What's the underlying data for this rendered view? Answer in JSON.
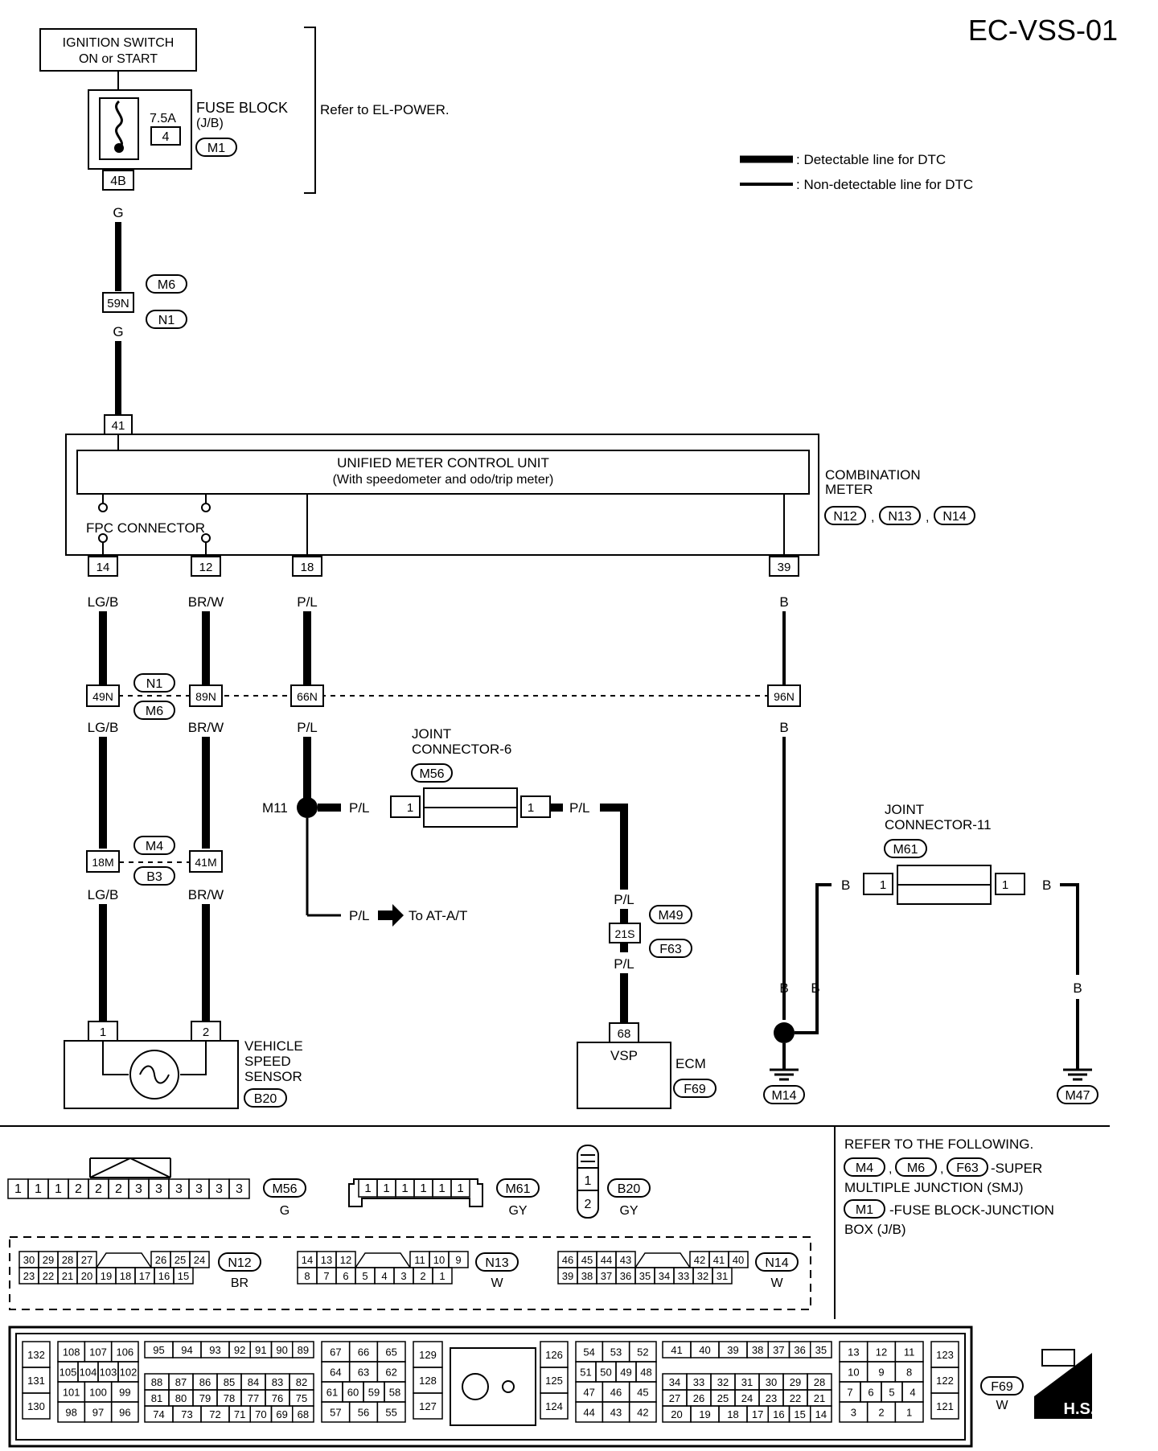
{
  "page_code": "EC-VSS-01",
  "refer_note": "Refer to EL-POWER.",
  "legend": {
    "detectable": ": Detectable line for DTC",
    "non_detectable": ": Non-detectable line for DTC"
  },
  "ignition": {
    "line1": "IGNITION SWITCH",
    "line2": "ON or START"
  },
  "fuse": {
    "rating": "7.5A",
    "number": "4",
    "name1": "FUSE BLOCK",
    "name2": "(J/B)",
    "connector": "M1",
    "terminal": "4B"
  },
  "wire_colors": {
    "g": "G",
    "lgb": "LG/B",
    "brw": "BR/W",
    "pl": "P/L",
    "b": "B"
  },
  "connectors": {
    "m6": "M6",
    "n1": "N1",
    "t59n": "59N",
    "t41": "41",
    "t14": "14",
    "t12": "12",
    "t18": "18",
    "t39": "39",
    "t49n": "49N",
    "t89n": "89N",
    "t66n": "66N",
    "t96n": "96N",
    "m4": "M4",
    "b3": "B3",
    "t18m": "18M",
    "t41m": "41M",
    "m11": "M11",
    "m56": "M56",
    "m61": "M61",
    "j1": "1",
    "m49": "M49",
    "f63": "F63",
    "t21s": "21S",
    "t68": "68",
    "t1": "1",
    "t2": "2",
    "m14": "M14",
    "m47": "M47",
    "b20": "B20",
    "f69": "F69"
  },
  "umcu": {
    "line1": "UNIFIED METER CONTROL UNIT",
    "line2": "(With speedometer and odo/trip meter)",
    "fpc": "FPC CONNECTOR"
  },
  "combo": {
    "line1": "COMBINATION",
    "line2": "METER",
    "c1": "N12",
    "c2": "N13",
    "c3": "N14",
    "sep": ","
  },
  "joint6": {
    "line1": "JOINT",
    "line2": "CONNECTOR-6"
  },
  "joint11": {
    "line1": "JOINT",
    "line2": "CONNECTOR-11"
  },
  "to_at": "To AT-A/T",
  "ecm": {
    "name": "ECM",
    "vsp": "VSP"
  },
  "vss": {
    "line1": "VEHICLE",
    "line2": "SPEED",
    "line3": "SENSOR"
  },
  "bottom": {
    "m56_pins": [
      "1",
      "1",
      "1",
      "2",
      "2",
      "2",
      "3",
      "3",
      "3",
      "3",
      "3",
      "3"
    ],
    "m56_label": "M56",
    "m56_color": "G",
    "m61_pins": [
      "1",
      "1",
      "1",
      "1",
      "1",
      "1"
    ],
    "m61_label": "M61",
    "m61_color": "GY",
    "b20_pins": [
      "1",
      "2"
    ],
    "b20_label": "B20",
    "b20_color": "GY",
    "refer_title": "REFER TO THE FOLLOWING.",
    "refer_smj1": "-SUPER",
    "refer_smj2": "MULTIPLE JUNCTION (SMJ)",
    "refer_fb1": "-FUSE BLOCK-JUNCTION",
    "refer_fb2": "BOX (J/B)",
    "ref_m4": "M4",
    "ref_m6": "M6",
    "ref_f63": "F63",
    "ref_m1": "M1",
    "n12": {
      "label": "N12",
      "color": "BR",
      "top_l": [
        "30",
        "29",
        "28",
        "27"
      ],
      "top_r": [
        "26",
        "25",
        "24"
      ],
      "bot": [
        "23",
        "22",
        "21",
        "20",
        "19",
        "18",
        "17",
        "16",
        "15"
      ]
    },
    "n13": {
      "label": "N13",
      "color": "W",
      "top_l": [
        "14",
        "13",
        "12"
      ],
      "top_r": [
        "11",
        "10",
        "9"
      ],
      "bot": [
        "8",
        "7",
        "6",
        "5",
        "4",
        "3",
        "2",
        "1"
      ]
    },
    "n14": {
      "label": "N14",
      "color": "W",
      "top_l": [
        "46",
        "45",
        "44",
        "43"
      ],
      "top_r": [
        "42",
        "41",
        "40"
      ],
      "bot": [
        "39",
        "38",
        "37",
        "36",
        "35",
        "34",
        "33",
        "32",
        "31"
      ]
    },
    "f69_label": "F69",
    "f69_color": "W",
    "hs": "H.S.",
    "f69_cells": [
      {
        "t": "132",
        "c": 1
      },
      {
        "t": "131",
        "c": 1
      },
      {
        "t": "130",
        "c": 1
      },
      {
        "t": "108 107 106",
        "c": 2
      },
      {
        "t": "105 104 103 102",
        "c": 2
      },
      {
        "t": "101 100 99",
        "c": 2
      },
      {
        "t": "98 97 96",
        "c": 2
      },
      {
        "t": "95 94 93",
        "c": 3
      },
      {
        "t": "92 91 90 89",
        "c": 3
      },
      {
        "t": "88 87 86 85 84 83 82",
        "c": 3
      },
      {
        "t": "81 80 79 78 77 76 75",
        "c": 3
      },
      {
        "t": "74 73 72",
        "c": 3
      },
      {
        "t": "71 70 69 68",
        "c": 3
      },
      {
        "t": "67 66 65",
        "c": 4
      },
      {
        "t": "64 63 62",
        "c": 4
      },
      {
        "t": "61 60 59 58",
        "c": 4
      },
      {
        "t": "57 56 55",
        "c": 4
      },
      {
        "t": "129",
        "c": 5
      },
      {
        "t": "128",
        "c": 5
      },
      {
        "t": "127",
        "c": 5
      },
      {
        "t": "126",
        "c": 6
      },
      {
        "t": "125",
        "c": 6
      },
      {
        "t": "124",
        "c": 6
      },
      {
        "t": "54 53 52",
        "c": 7
      },
      {
        "t": "51 50 49 48",
        "c": 7
      },
      {
        "t": "47 46 45",
        "c": 7
      },
      {
        "t": "44 43 42",
        "c": 7
      },
      {
        "t": "41 40 39",
        "c": 8
      },
      {
        "t": "38 37 36 35",
        "c": 8
      },
      {
        "t": "34 33 32 31 30 29 28",
        "c": 8
      },
      {
        "t": "27 26 25 24 23 22 21",
        "c": 8
      },
      {
        "t": "20 19 18",
        "c": 8
      },
      {
        "t": "17 16 15 14",
        "c": 8
      },
      {
        "t": "13 12 11",
        "c": 9
      },
      {
        "t": "10 9 8",
        "c": 9
      },
      {
        "t": "7 6 5 4",
        "c": 9
      },
      {
        "t": "3 2 1",
        "c": 9
      },
      {
        "t": "123",
        "c": 10
      },
      {
        "t": "122",
        "c": 10
      },
      {
        "t": "121",
        "c": 10
      }
    ]
  }
}
